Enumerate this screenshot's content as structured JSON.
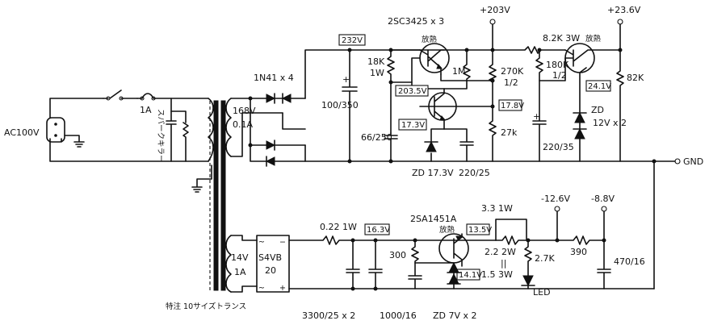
{
  "labels": {
    "ac_input": "AC100V",
    "fuse": "1A",
    "spark_killer": "スパークキラー",
    "bridge_diodes": "1N41 x 4",
    "transformer": "特注 10サイズトランス",
    "sec_upper_v": "168V",
    "sec_upper_a": "0.1A",
    "sec_lower_v": "14V",
    "sec_lower_a": "1A",
    "bridge_rect": "S4VB",
    "bridge_rect_num": "20",
    "cap_main": "100/350",
    "cap_66": "66/250",
    "r_18k": "18K",
    "r_18k_w": "1W",
    "transistor_top": "2SC3425 x 3",
    "heatsink1": "放熱",
    "heatsink2": "放熱",
    "heatsink3": "放熱",
    "r_1m": "1M",
    "r_270k": "270K",
    "r_270k_w": "1/2",
    "r_27k": "27k",
    "zd_17": "ZD 17.3V",
    "cap_220_25": "220/25",
    "r_82k3w": "8.2K 3W",
    "r_180k": "180K",
    "r_180k_w": "1/2",
    "cap_220_35": "220/35",
    "zd_12": "ZD",
    "zd_12_val": "12V x 2",
    "r_82k": "82K",
    "v_plus203": "+203V",
    "v_plus236": "+23.6V",
    "gnd": "GND",
    "r_022": "0.22 1W",
    "cap_3300": "3300/25 x 2",
    "cap_1000": "1000/16",
    "r_300": "300",
    "transistor_bot": "2SA1451A",
    "zd_7": "ZD 7V x 2",
    "r_33": "3.3 1W",
    "r_22": "2.2 2W",
    "r_15": "1.5 3W",
    "parallel": "||",
    "r_27k_led": "2.7K",
    "led": "LED",
    "r_390": "390",
    "cap_470": "470/16",
    "v_minus126": "-12.6V",
    "v_minus88": "-8.8V"
  },
  "measured": {
    "v232": "232V",
    "v2035": "203.5V",
    "v178": "17.8V",
    "v173": "17.3V",
    "v241": "24.1V",
    "v163": "16.3V",
    "v135": "13.5V",
    "v141": "14.1V"
  }
}
